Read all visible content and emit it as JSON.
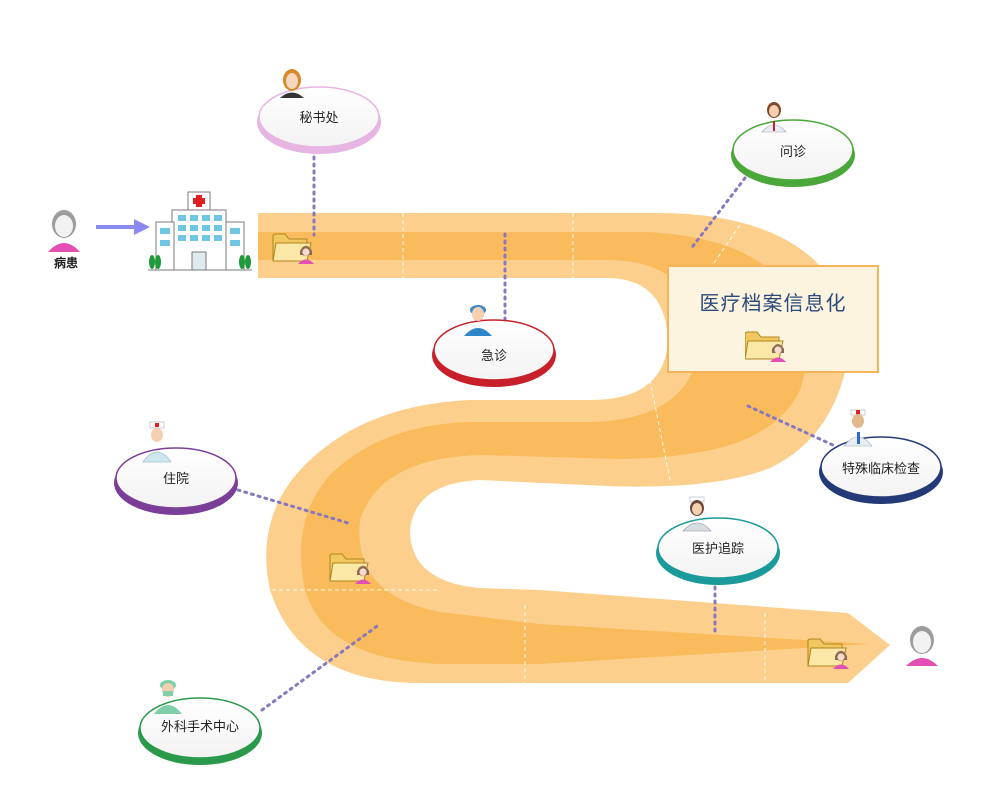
{
  "patient": {
    "label": "病患"
  },
  "title": "医疗档案信息化",
  "nodes": [
    {
      "id": "secretariat",
      "label": "秘书处",
      "color": "#e7b5e2",
      "icon": "female-staff-icon"
    },
    {
      "id": "consultation",
      "label": "问诊",
      "color": "#4aa83a",
      "icon": "doctor-icon"
    },
    {
      "id": "emergency",
      "label": "急诊",
      "color": "#c8202a",
      "icon": "medic-icon"
    },
    {
      "id": "special-exam",
      "label": "特殊临床检查",
      "color": "#243a78",
      "icon": "doctor-icon"
    },
    {
      "id": "inpatient",
      "label": "住院",
      "color": "#7a3e98",
      "icon": "nurse-icon"
    },
    {
      "id": "follow-up",
      "label": "医护追踪",
      "color": "#1a9a9a",
      "icon": "nurse-icon"
    },
    {
      "id": "surgery",
      "label": "外科手术中心",
      "color": "#2a9a4a",
      "icon": "surgeon-icon"
    }
  ],
  "colors": {
    "road_outer": "#fcd08c",
    "road_inner": "#f9b856",
    "connector": "#8878c0",
    "arrow": "#8a8af0"
  }
}
